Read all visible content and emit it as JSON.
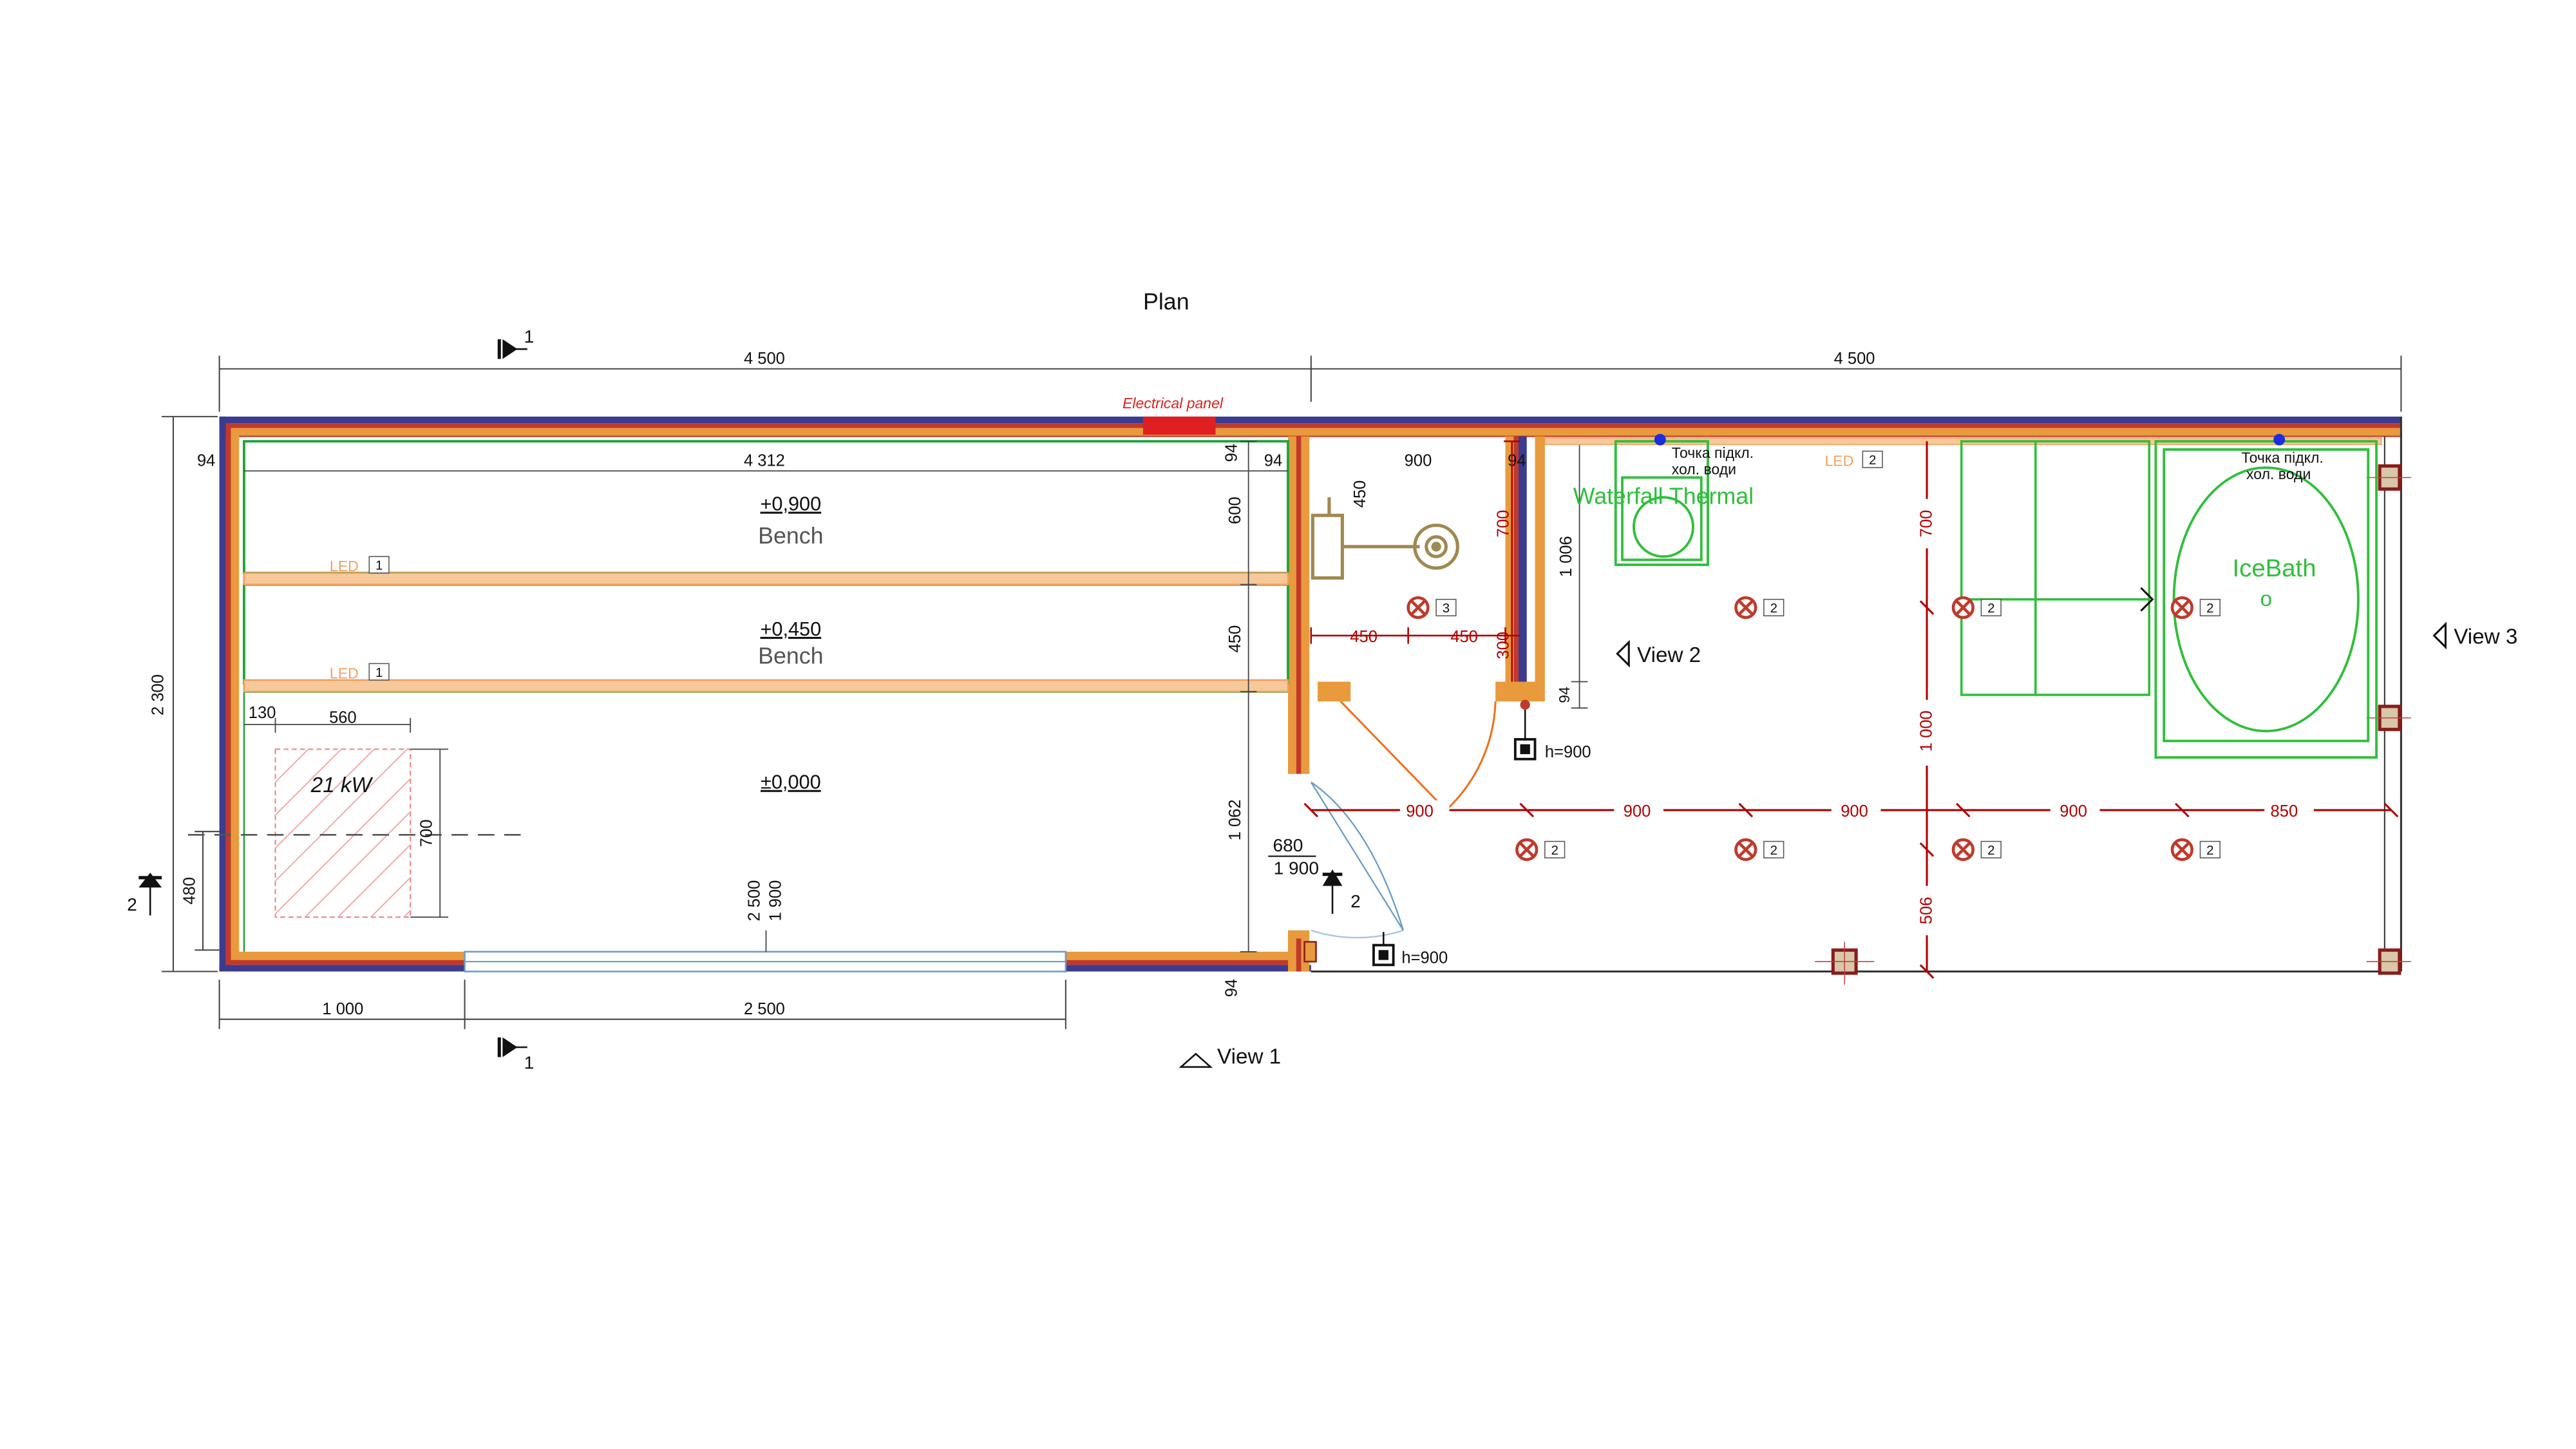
{
  "title": "Plan",
  "colors": {
    "wall_outer": "#3b3b8f",
    "wall_insulation": "#e89a3c",
    "wall_core": "#c0392b",
    "bench": "#1fa33a",
    "led": "#f0a060",
    "dim_red": "#b00000",
    "fixture_green": "#2fbf3a",
    "electrical_panel": "#e02020",
    "shower": "#a08850",
    "door": "#f07020",
    "water_point": "#1a2ee0"
  },
  "section_marks": {
    "top": "1",
    "bottom": "1",
    "left": "2",
    "door": "2"
  },
  "dimensions_top": {
    "left": "4 500",
    "right": "4 500"
  },
  "dimensions_bottom": {
    "left": "1 000",
    "middle": "2 500"
  },
  "dimensions_left": {
    "total": "2 300",
    "lower": "480"
  },
  "sauna": {
    "inner_length": "4 312",
    "wall_left": "94",
    "wall_right": "94",
    "wall_bottom": "94",
    "bench_upper": {
      "level": "+0,900",
      "label": "Bench",
      "depth": "600"
    },
    "bench_lower": {
      "level": "+0,450",
      "label": "Bench",
      "depth": "450"
    },
    "floor_level": "±0,000",
    "floor_depth": "1 062",
    "led_label": "LED",
    "led_group": "1",
    "heater": {
      "power": "21 kW",
      "width": "560",
      "depth": "700",
      "offset": "130"
    },
    "window": {
      "width": "2 500",
      "height": "1 900"
    }
  },
  "electrical_panel_label": "Electrical panel",
  "entrance": {
    "door_width": "680",
    "door_height": "1 900",
    "socket_height": "h=900"
  },
  "shower": {
    "width": "900",
    "wall_thickness": "94",
    "height": "450",
    "dims": [
      "450",
      "450"
    ],
    "light_group": "3",
    "socket_height": "h=900",
    "dim_700": "700",
    "dim_300": "300",
    "dim_1006": "1 006",
    "dim_94": "94"
  },
  "lounge": {
    "led_label": "LED",
    "led_group": "2",
    "light_group": "2",
    "waterfall": "Waterfall Thermal",
    "water_point_1": [
      "Точка підкл.",
      "хол. води"
    ],
    "water_point_2": [
      "Точка підкл.",
      "хол. води"
    ],
    "icebath": "IceBath",
    "icebath_drain": "o",
    "red_dims_horizontal": [
      "900",
      "900",
      "900",
      "900",
      "850"
    ],
    "red_dims_vertical": [
      "700",
      "1 000",
      "506"
    ]
  },
  "views": {
    "view1": "View 1",
    "view2": "View 2",
    "view3": "View 3"
  }
}
